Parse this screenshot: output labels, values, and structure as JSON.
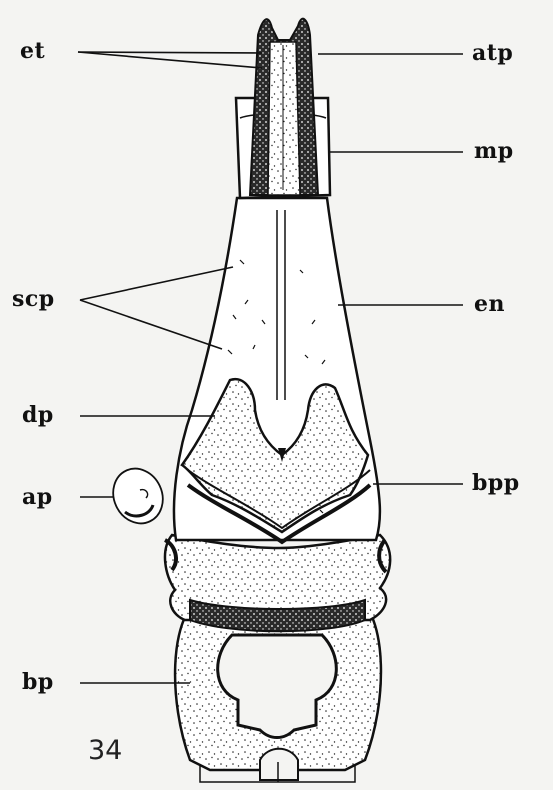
{
  "figure": {
    "number": "34",
    "colors": {
      "background": "#f4f4f2",
      "ink": "#111111",
      "stipple_fill": "#ffffff",
      "dark_fill": "#2a2a2a"
    },
    "labels": {
      "et": "et",
      "atp": "atp",
      "mp": "mp",
      "scp": "scp",
      "en": "en",
      "dp": "dp",
      "ap": "ap",
      "bpp": "bpp",
      "bp": "bp"
    }
  }
}
